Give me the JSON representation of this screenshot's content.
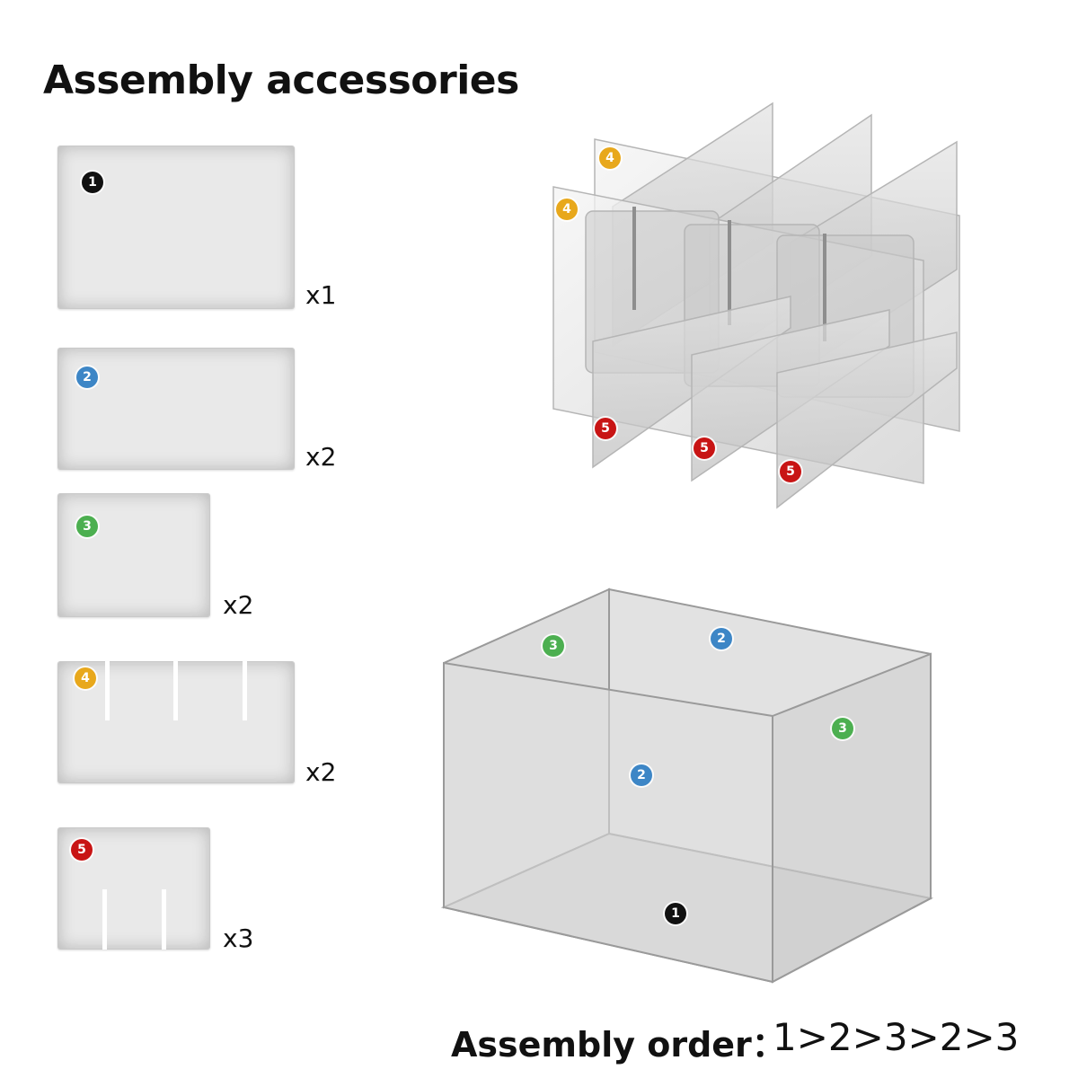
{
  "title": "Assembly accessories",
  "pieces": [
    {
      "number": "1",
      "quantity": "x1",
      "color": "#111111"
    },
    {
      "number": "2",
      "quantity": "x2",
      "color": "#3d86c6"
    },
    {
      "number": "3",
      "quantity": "x2",
      "color": "#4caf50"
    },
    {
      "number": "4",
      "quantity": "x2",
      "color": "#e8a81c"
    },
    {
      "number": "5",
      "quantity": "x3",
      "color": "#c81414"
    }
  ],
  "grid_badges": {
    "piece4": "4",
    "piece5": "5"
  },
  "box_badges": {
    "one": "1",
    "two": "2",
    "three": "3"
  },
  "assembly_order": {
    "label": "Assembly order：",
    "value": "1>2>3>2>3"
  }
}
